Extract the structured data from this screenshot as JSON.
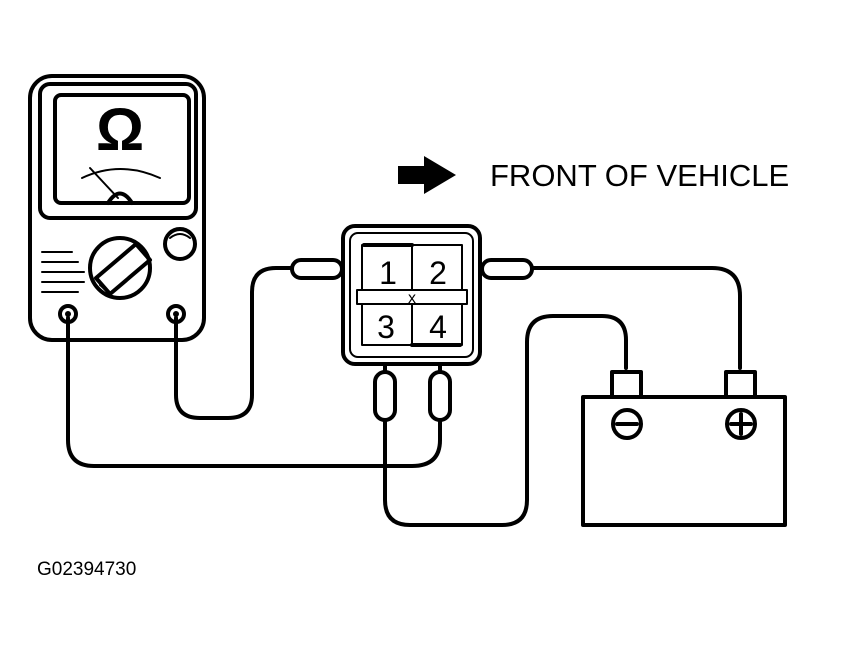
{
  "direction_label": "FRONT OF VEHICLE",
  "figure_id": "G02394730",
  "meter_symbol": "Ω",
  "terminals": {
    "t1": "1",
    "t2": "2",
    "t3": "3",
    "t4": "4"
  },
  "battery": {
    "negative_symbol": "⊖",
    "positive_symbol": "⊕"
  },
  "center_mark": "x"
}
